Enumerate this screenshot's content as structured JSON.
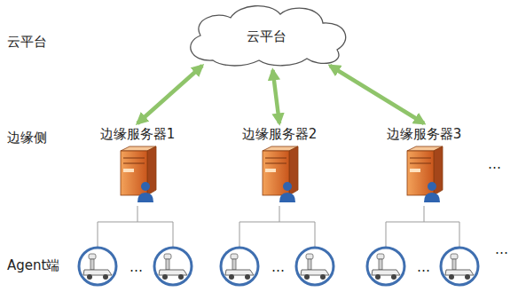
{
  "diagram": {
    "nodes": [
      {
        "text": [
          "云平台"
        ]
      },
      {
        "text": [
          "边缘服务器1"
        ]
      },
      {
        "text": [
          "边缘服务器2"
        ]
      },
      {
        "text": [
          "边缘服务器3"
        ]
      }
    ],
    "edges": [
      {
        "from": 0,
        "to": 1,
        "arrow": "both"
      },
      {
        "from": 0,
        "to": 2,
        "arrow": "both"
      },
      {
        "from": 0,
        "to": 3,
        "arrow": "both"
      }
    ],
    "labels": [
      "云平台",
      "边缘侧",
      "…",
      "Agent端",
      "…",
      "…",
      "…",
      "…"
    ]
  }
}
